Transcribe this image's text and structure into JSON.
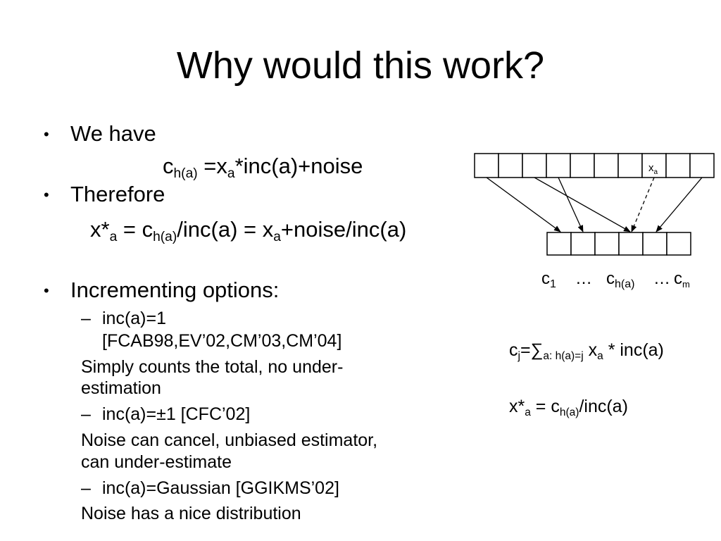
{
  "title": "Why would this work?",
  "slide": {
    "we_have": "We have",
    "eq1": {
      "c": "c",
      "c_sub": "h(a)",
      "mid": " =x",
      "x_sub": "a",
      "tail": "*inc(a)+noise"
    },
    "therefore": "Therefore",
    "eq2": {
      "x": "x*",
      "x_sub": "a",
      "mid": " = c",
      "c_sub": "h(a)",
      "mid2": "/inc(a) = x",
      "x2_sub": "a",
      "tail": "+noise/inc(a)"
    },
    "incrementing": "Incrementing options:",
    "dash": "–",
    "opt1_line1": "inc(a)=1",
    "opt1_line2": "[FCAB98,EV’02,CM’03,CM’04]",
    "note1_line1": "Simply counts the total, no under-",
    "note1_line2": "estimation",
    "opt2": "inc(a)=±1 [CFC’02]",
    "note2_line1": "Noise can cancel, unbiased estimator,",
    "note2_line2": "can under-estimate",
    "opt3": "inc(a)=Gaussian [GGIKMS’02]",
    "note3": "Noise has a nice distribution"
  },
  "diagram": {
    "top_cell_label": {
      "x": "x",
      "sub": "a"
    },
    "bottom_labels": {
      "c1": "c",
      "c1_sub": "1",
      "dots1": "…",
      "ch": "c",
      "ch_sub": "h(a)",
      "dots2": "…",
      "cm": "c",
      "cm_sub": "m"
    }
  },
  "formulas": {
    "cj": {
      "c": "c",
      "c_sub": "j",
      "eq": "=∑",
      "sum_sub": "a: h(a)=j",
      "x": " x",
      "x_sub": "a",
      "tail": " * inc(a)"
    },
    "xa": {
      "x": "x*",
      "x_sub": "a",
      "mid": " = c",
      "c_sub": "h(a)",
      "tail": "/inc(a)"
    }
  }
}
